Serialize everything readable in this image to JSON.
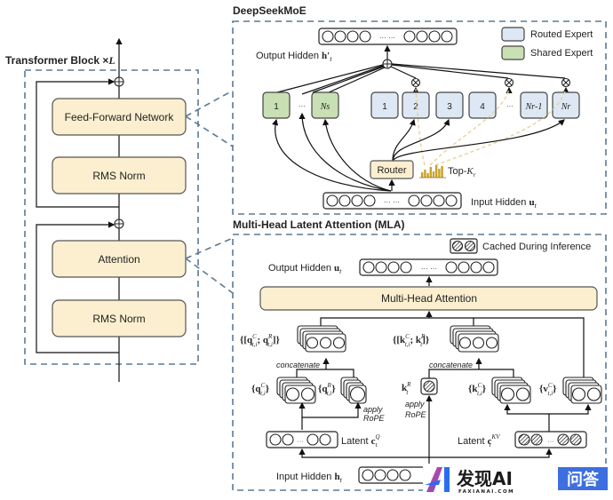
{
  "transformer": {
    "title": "Transformer Block ×",
    "title_var": "L",
    "ffn_label": "Feed-Forward Network",
    "norm1_label": "RMS Norm",
    "attention_label": "Attention",
    "norm2_label": "RMS Norm"
  },
  "moe": {
    "title": "DeepSeekMoE",
    "output_label": "Output Hidden ",
    "output_var": "h′",
    "output_sub": "t",
    "input_label": "Input Hidden ",
    "input_var": "u",
    "input_sub": "t",
    "router_label": "Router",
    "topk_label": "Top-",
    "topk_var": "K",
    "topk_sub": "r",
    "ellipsis": "··· ···",
    "shared_experts": [
      "1",
      "···",
      "Ns"
    ],
    "routed_experts": [
      "1",
      "2",
      "3",
      "4",
      "···",
      "Nr-1",
      "Nr"
    ],
    "legend": [
      {
        "label": "Routed Expert",
        "color": "#dde8f4"
      },
      {
        "label": "Shared Expert",
        "color": "#c9dfb4"
      }
    ]
  },
  "mla": {
    "title": "Multi-Head Latent Attention (MLA)",
    "cached_label": "Cached During Inference",
    "output_label": "Output Hidden ",
    "output_var": "u",
    "output_sub": "t",
    "mha_label": "Multi-Head Attention",
    "q_concat_label": "{[q",
    "k_concat_label": "{[k",
    "concatenate_label": "concatenate",
    "qc_label": "{q",
    "qr_label": "{q",
    "kr_label": "k",
    "kc_label": "{k",
    "vc_label": "{v",
    "apply_rope": "apply",
    "rope": "RoPE",
    "latent_q_label": "Latent ",
    "latent_kv_label": "Latent ",
    "input_label": "Input Hidden ",
    "input_var": "h",
    "input_sub": "t",
    "ellipsis": "···"
  },
  "watermark": {
    "brand": "发现AI",
    "domain": "FAXIANAI.COM",
    "badge": "问答"
  },
  "colors": {
    "dashed_border": "#5a7a94",
    "module_fill": "#fbefcf",
    "routed_fill": "#dde8f4",
    "shared_fill": "#c9dfb4",
    "topk_bars": "#c9a227",
    "watermark_blue": "#3e6fe0"
  }
}
